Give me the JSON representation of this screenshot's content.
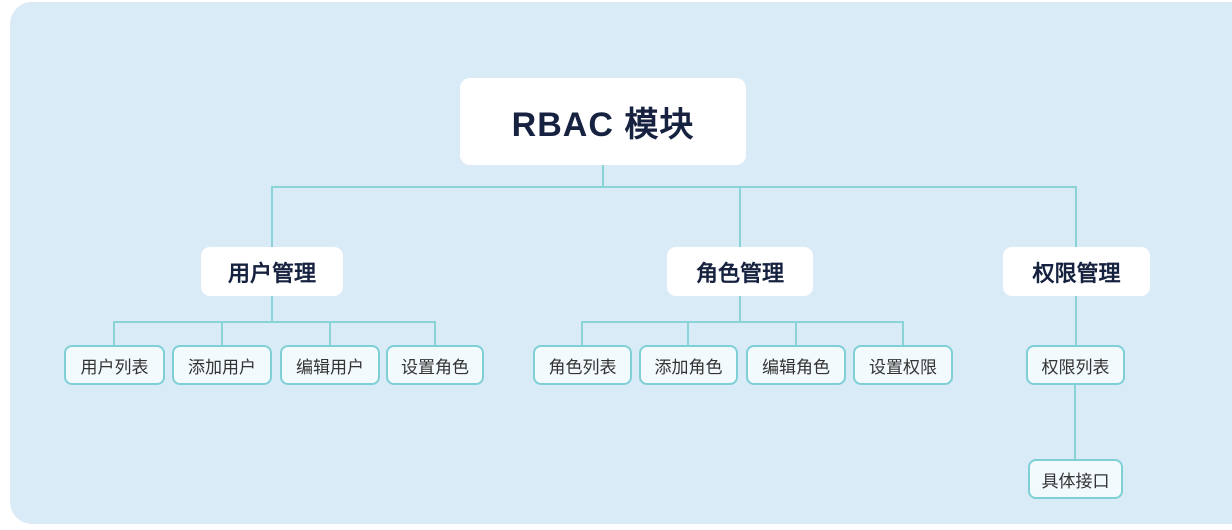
{
  "mindmap": {
    "root": {
      "label": "RBAC 模块"
    },
    "branches": [
      {
        "label": "用户管理",
        "children": [
          {
            "label": "用户列表"
          },
          {
            "label": "添加用户"
          },
          {
            "label": "编辑用户"
          },
          {
            "label": "设置角色"
          }
        ]
      },
      {
        "label": "角色管理",
        "children": [
          {
            "label": "角色列表"
          },
          {
            "label": "添加角色"
          },
          {
            "label": "编辑角色"
          },
          {
            "label": "设置权限"
          }
        ]
      },
      {
        "label": "权限管理",
        "children": [
          {
            "label": "权限列表",
            "children": [
              {
                "label": "具体接口"
              }
            ]
          }
        ]
      }
    ]
  },
  "colors": {
    "canvas_background": "#d9ebf7",
    "node_fill": "#ffffff",
    "leaf_fill": "#f3fafd",
    "leaf_border": "#7fd0d6",
    "connector_line": "#8ad4d8",
    "text_dark": "#16223f",
    "leaf_text": "#333333"
  }
}
